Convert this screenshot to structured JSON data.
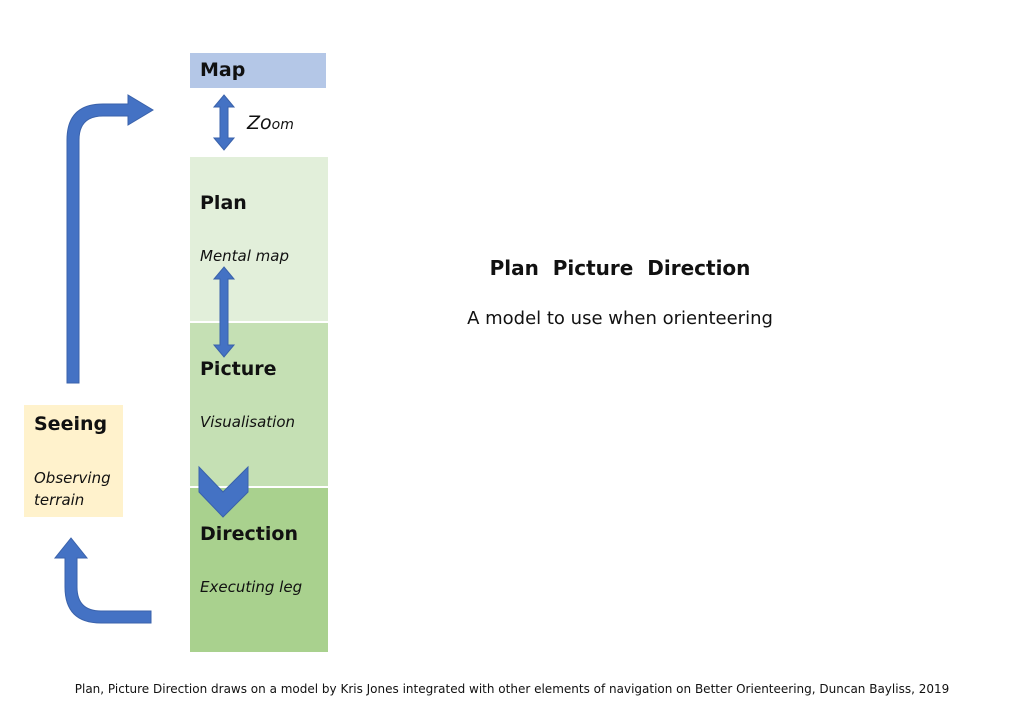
{
  "map": {
    "title": "Map"
  },
  "zoom": {
    "label_first": "Zo",
    "label_rest": "om"
  },
  "plan": {
    "title": "Plan",
    "subtitle": "Mental map"
  },
  "picture": {
    "title": "Picture",
    "subtitle": "Visualisation"
  },
  "direction": {
    "title": "Direction",
    "subtitle": "Executing leg"
  },
  "seeing": {
    "title": "Seeing",
    "subtitle_line1": "Observing",
    "subtitle_line2": "terrain"
  },
  "title": "Plan  Picture  Direction",
  "subtitle": "A model to use when orienteering",
  "footer": "Plan, Picture Direction draws on a model by Kris Jones integrated with other elements of navigation on Better Orienteering, Duncan Bayliss, 2019",
  "colors": {
    "arrow": "#4472c4",
    "map": "#b4c7e7",
    "plan": "#e2efda",
    "picture": "#c5e0b4",
    "direction": "#a9d18e",
    "seeing": "#fff2cc"
  }
}
